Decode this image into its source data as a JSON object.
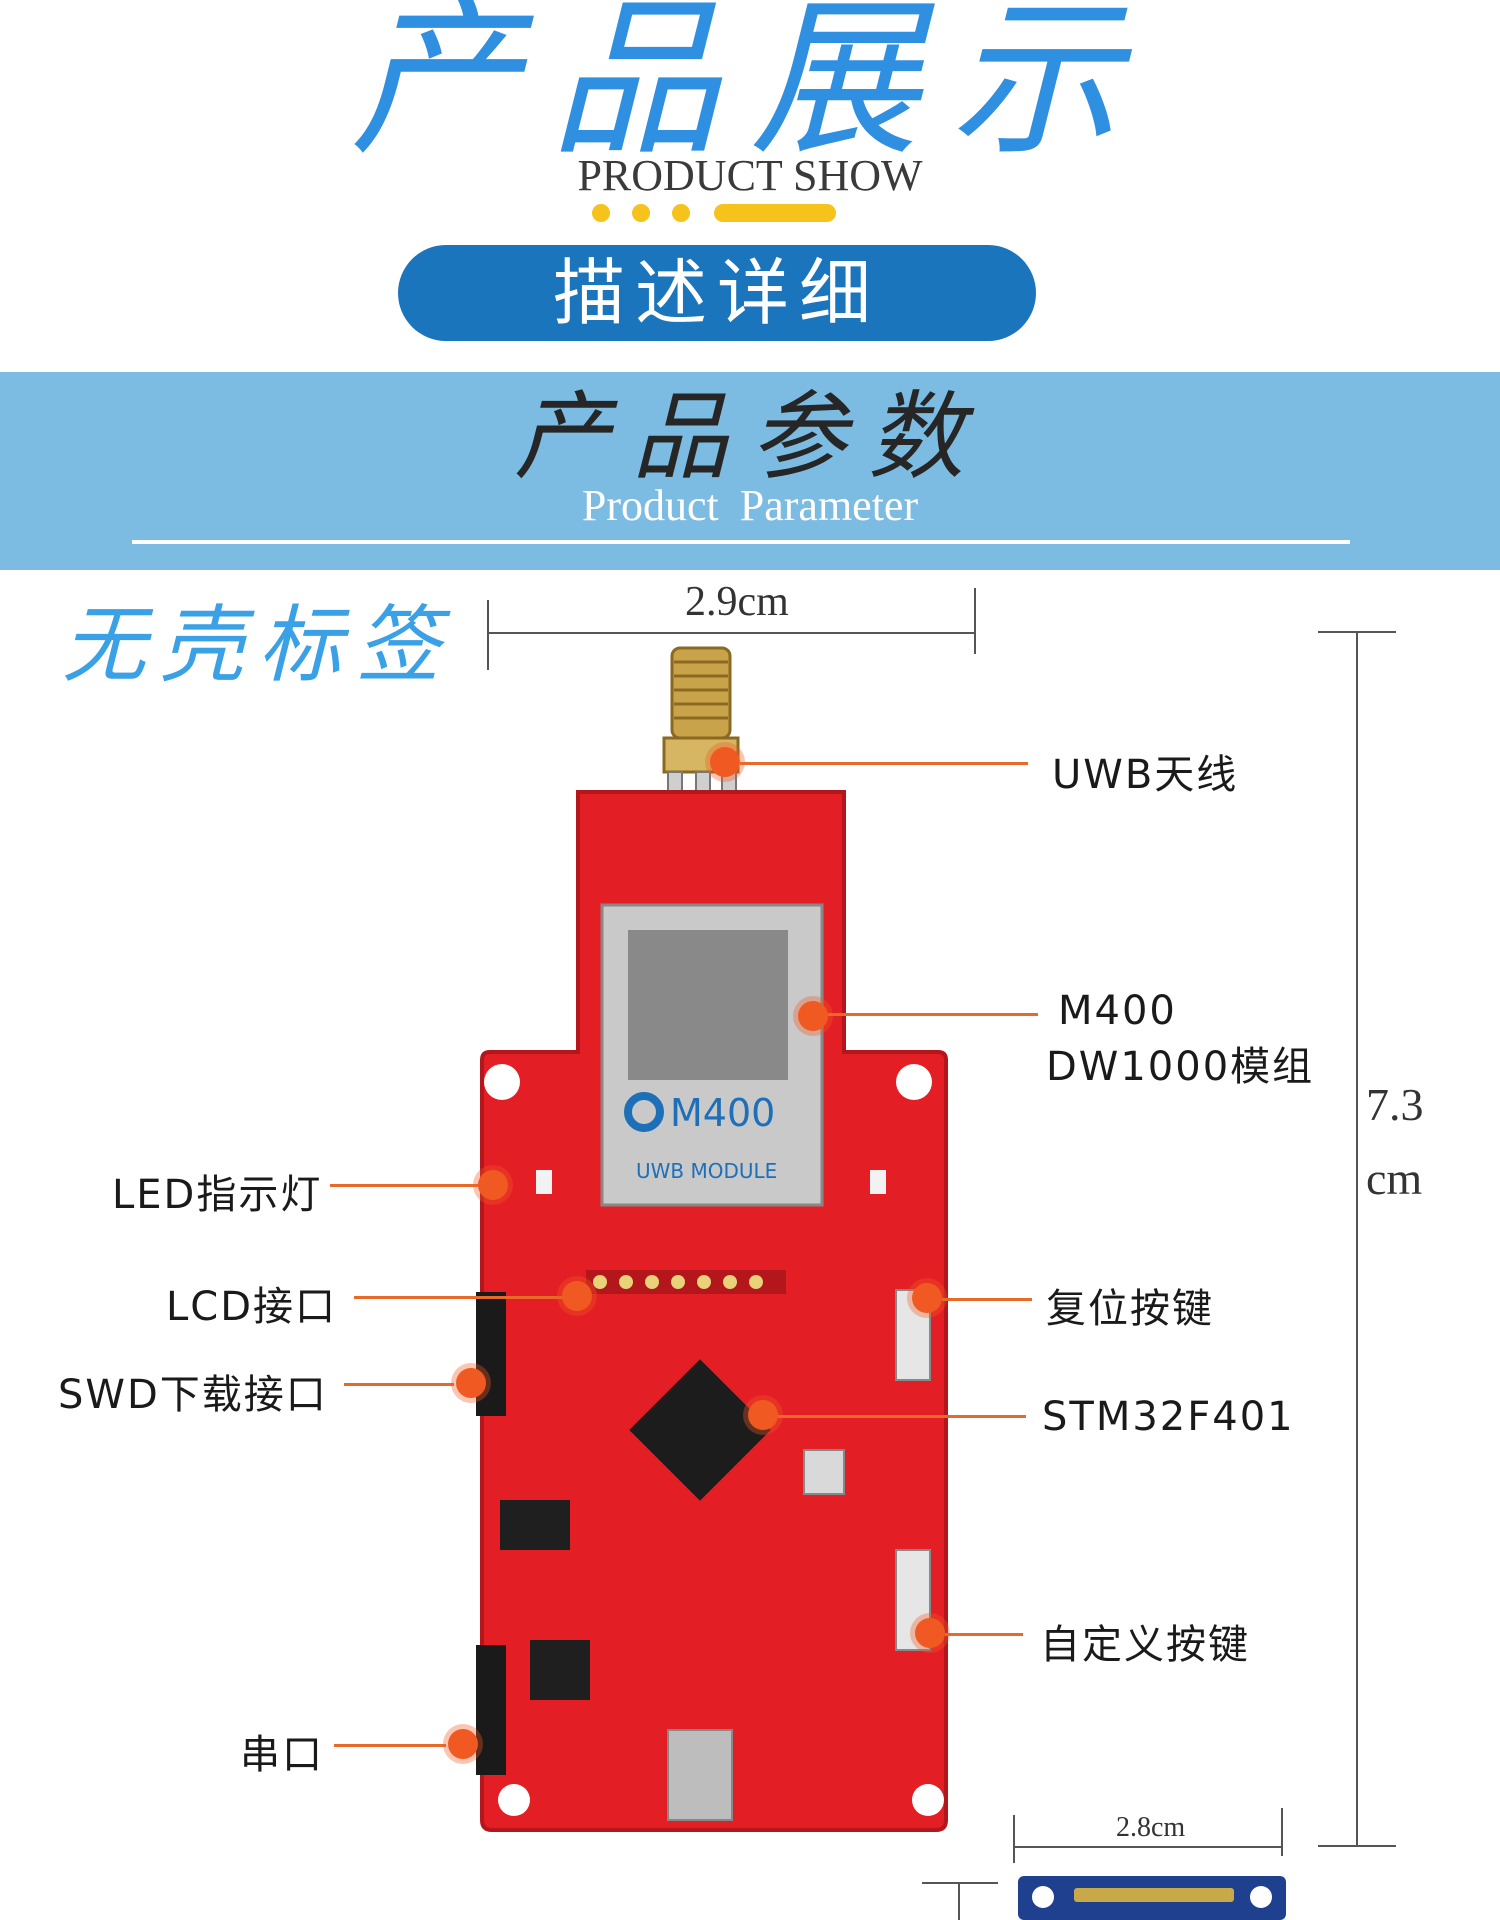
{
  "header": {
    "title": "产品展示",
    "subtitle": "PRODUCT SHOW",
    "pill": "描述详细"
  },
  "band": {
    "title": "产品参数",
    "subtitle": "Product  Parameter"
  },
  "section_label": "无壳标签",
  "dimensions": {
    "width": "2.9cm",
    "height_value": "7.3",
    "height_unit": "cm",
    "lcd_width": "2.8cm"
  },
  "module": {
    "brand": "M400",
    "sub": "UWB MODULE"
  },
  "callouts": {
    "antenna": "UWB天线",
    "module_line1": "M400",
    "module_line2": "DW1000模组",
    "led": "LED指示灯",
    "lcd": "LCD接口",
    "swd": "SWD下载接口",
    "reset": "复位按键",
    "mcu": "STM32F401",
    "custom": "自定义按键",
    "uart": "串口"
  },
  "colors": {
    "accent_blue": "#2f8fe0",
    "pill_blue": "#1b75bc",
    "band_blue": "#7cbce2",
    "pcb_red": "#e31e24",
    "callout_orange": "#f05a22",
    "dot_yellow": "#f6c21c"
  }
}
